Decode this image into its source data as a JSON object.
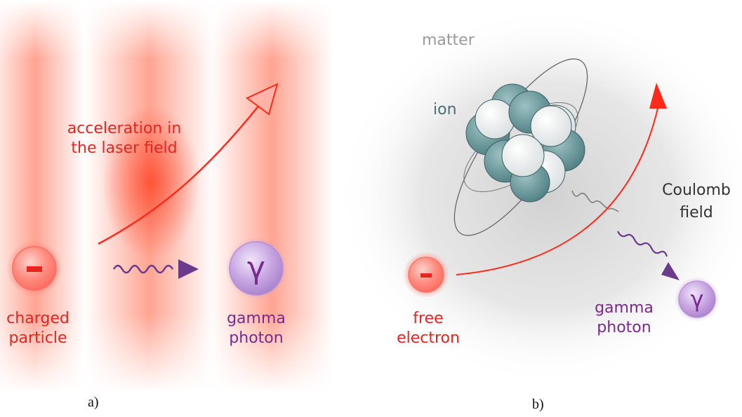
{
  "panel_a": {
    "caption": "a)",
    "acceleration_label_line1": "acceleration in",
    "acceleration_label_line2": "the laser field",
    "particle_symbol": "-",
    "particle_label_line1": "charged",
    "particle_label_line2": "particle",
    "photon_symbol": "γ",
    "photon_label_line1": "gamma",
    "photon_label_line2": "photon"
  },
  "panel_b": {
    "caption": "b)",
    "matter_label": "matter",
    "ion_label": "ion",
    "coulomb_label_line1": "Coulomb",
    "coulomb_label_line2": "field",
    "electron_symbol": "-",
    "electron_label_line1": "free",
    "electron_label_line2": "electron",
    "photon_symbol": "γ",
    "photon_label_line1": "gamma",
    "photon_label_line2": "photon"
  },
  "colors": {
    "laser_red": "#ff4a2a",
    "trajectory_red": "#e8241f",
    "photon_purple": "#6b3a8c",
    "ion_teal": "#5e8a8e",
    "matter_gray": "#d6d6d6"
  }
}
